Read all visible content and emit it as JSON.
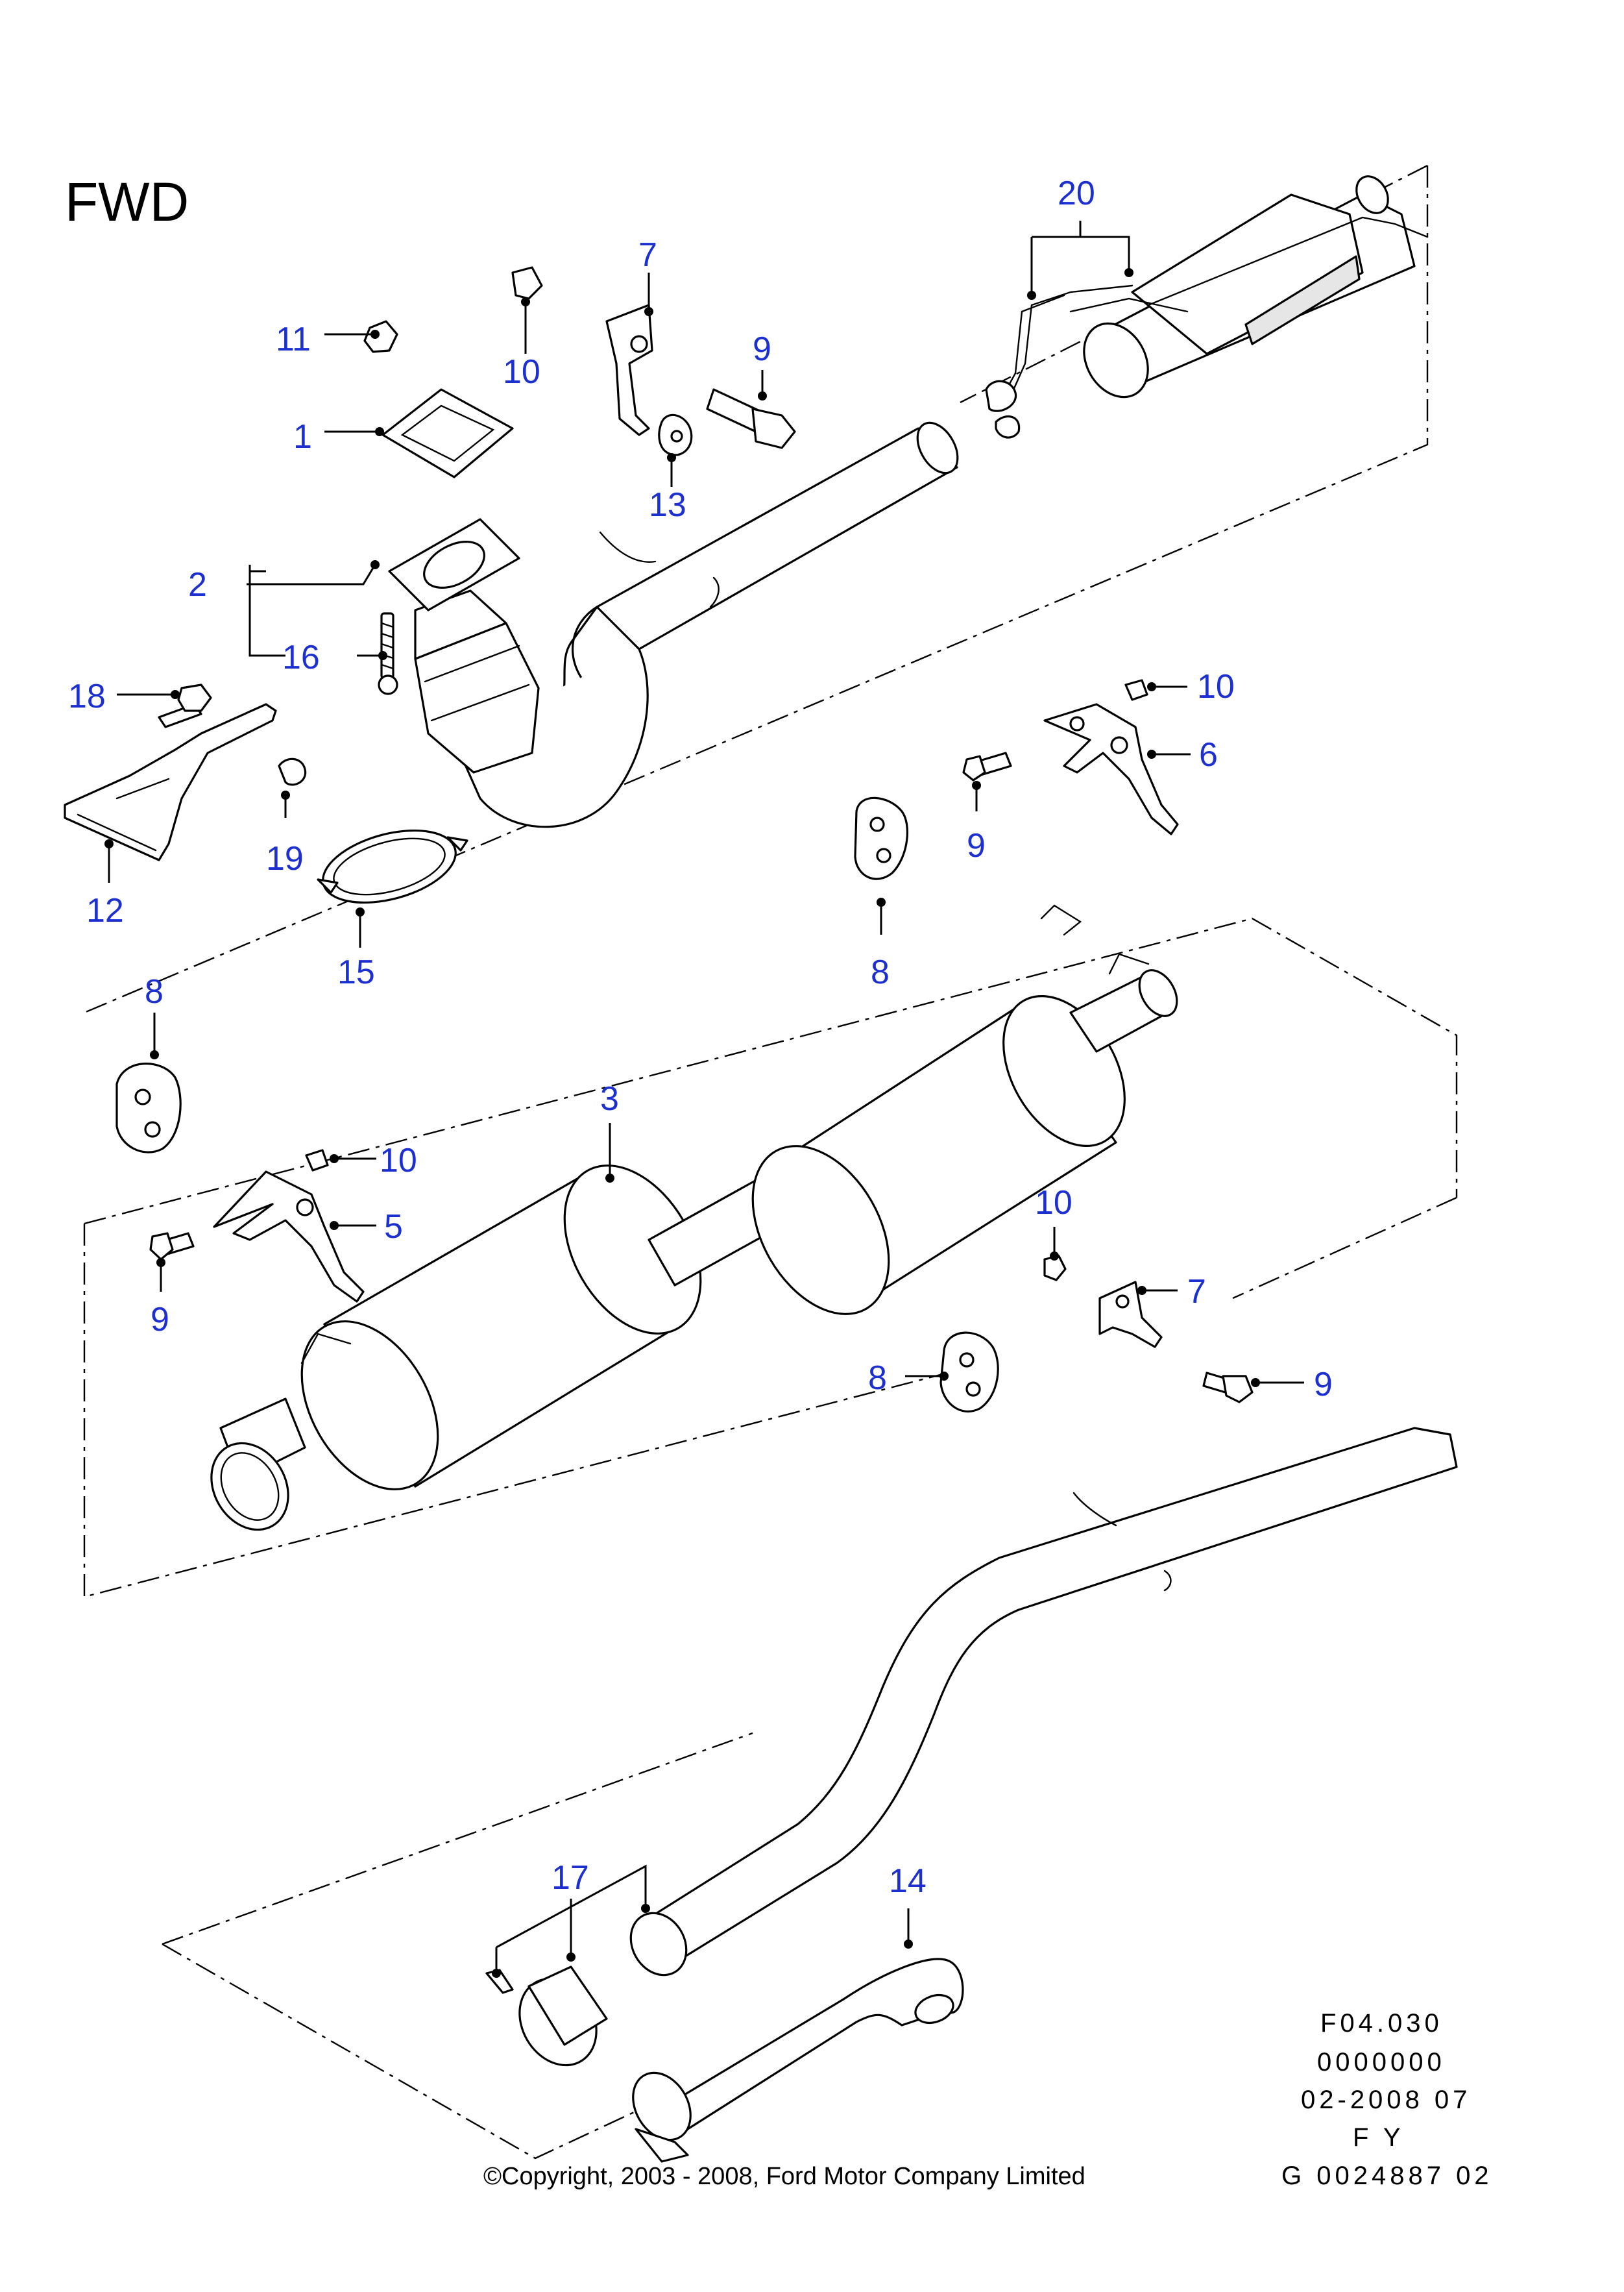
{
  "title": "FWD",
  "part_numbers": {
    "p1": "1",
    "p2": "2",
    "p3": "3",
    "p5": "5",
    "p6": "6",
    "p7a": "7",
    "p7b": "7",
    "p8a": "8",
    "p8b": "8",
    "p8c": "8",
    "p9a": "9",
    "p9b": "9",
    "p9c": "9",
    "p9d": "9",
    "p10a": "10",
    "p10b": "10",
    "p10c": "10",
    "p10d": "10",
    "p11": "11",
    "p12": "12",
    "p13": "13",
    "p14": "14",
    "p15": "15",
    "p16": "16",
    "p17": "17",
    "p18": "18",
    "p19": "19",
    "p20": "20"
  },
  "reference_block": {
    "line1": "F04.030",
    "line2": "0000000",
    "line3": "02-2008 07",
    "line4": "F Y",
    "line5": "G 0024887 02"
  },
  "copyright": "©Copyright, 2003 - 2008, Ford Motor Company Limited"
}
